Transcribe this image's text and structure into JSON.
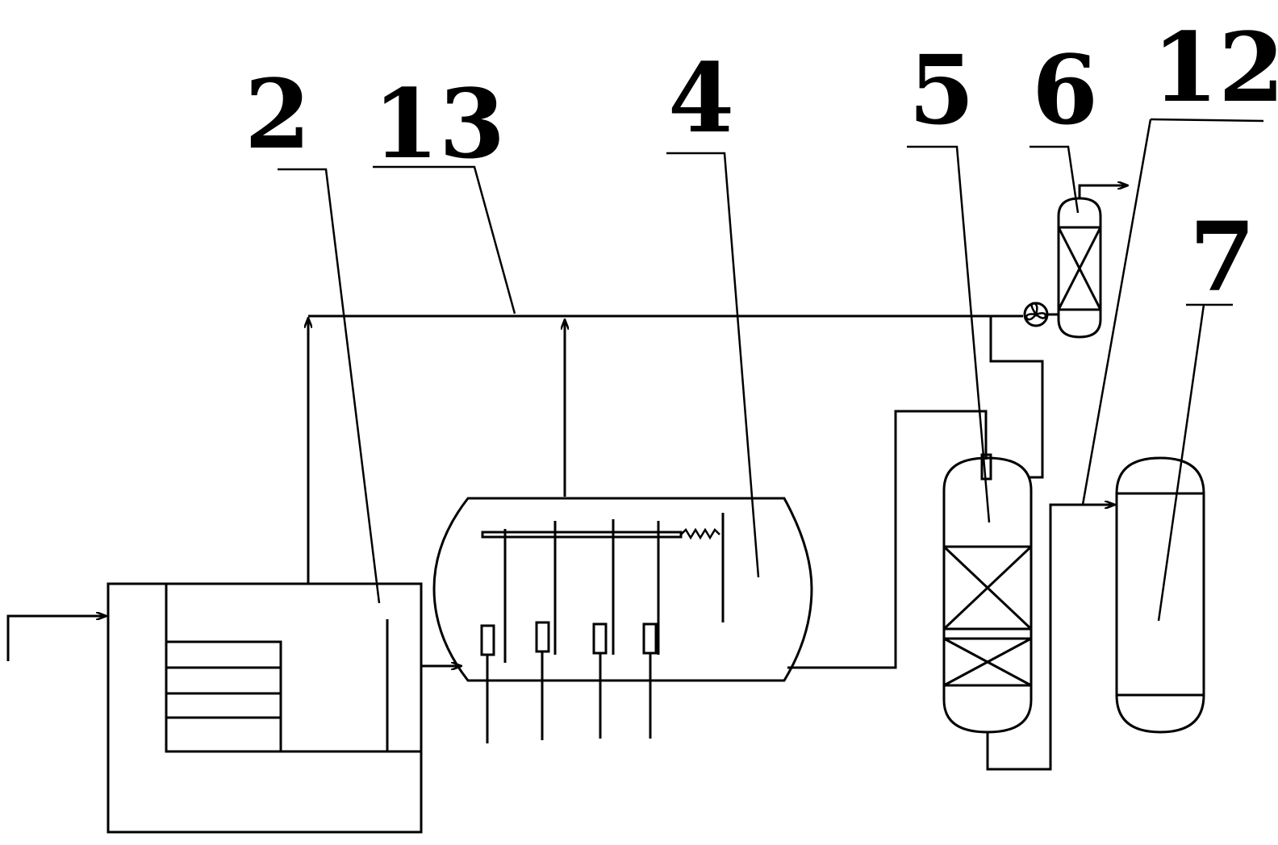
{
  "labels": {
    "l2": "2",
    "l13": "13",
    "l4": "4",
    "l5": "5",
    "l6": "6",
    "l12": "12",
    "l7": "7"
  },
  "colors": {
    "line": "#000000",
    "background": "#ffffff"
  }
}
